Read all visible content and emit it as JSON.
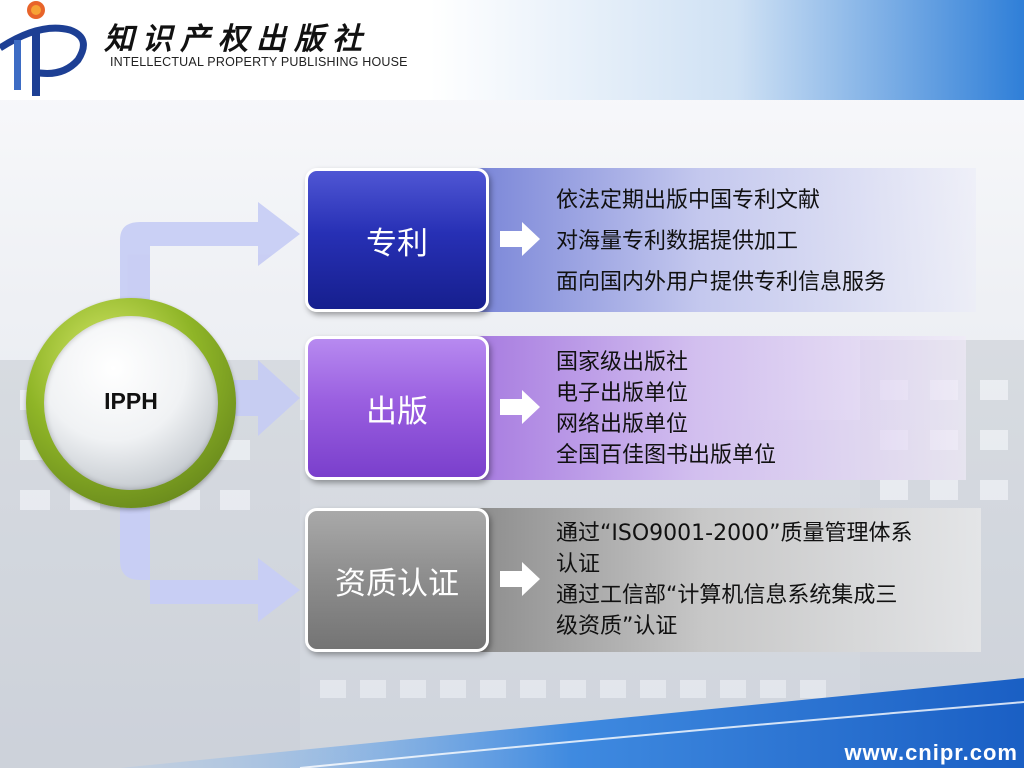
{
  "header": {
    "brand_cn": "知识产权出版社",
    "brand_en": "INTELLECTUAL PROPERTY PUBLISHING HOUSE"
  },
  "center": {
    "label": "IPPH"
  },
  "rows": [
    {
      "title": "专利",
      "lines": [
        "依法定期出版中国专利文献",
        "对海量专利数据提供加工",
        "面向国内外用户提供专利信息服务"
      ]
    },
    {
      "title": "出版",
      "lines": [
        "国家级出版社",
        "电子出版单位",
        "网络出版单位",
        "全国百佳图书出版单位"
      ]
    },
    {
      "title": "资质认证",
      "lines": [
        "通过“ISO9001-2000”质量管理体系",
        "认证",
        "通过工信部“计算机信息系统集成三",
        "级资质”认证"
      ]
    }
  ],
  "footer": {
    "url": "www.cnipr.com"
  },
  "colors": {
    "box1": "#2730b5",
    "box2": "#9a5fe0",
    "box3": "#8f8f8f",
    "ring": "#8fb527",
    "header_blue": "#2f7fd8",
    "footer_blue": "#1f6fd0"
  }
}
